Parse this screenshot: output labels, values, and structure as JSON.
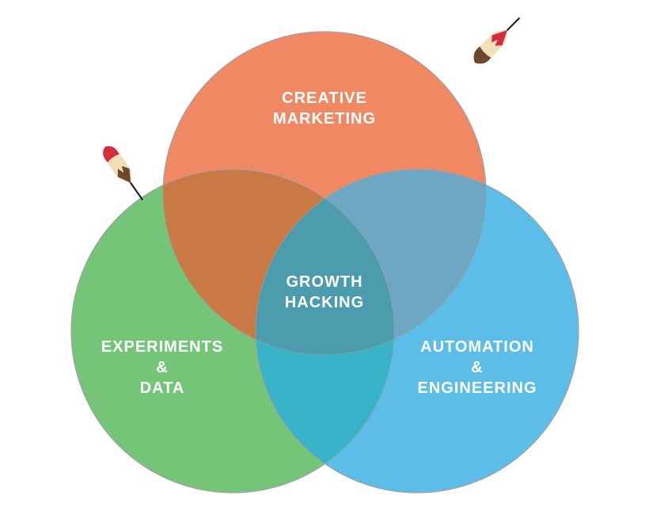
{
  "diagram": {
    "circles": [
      {
        "id": "creative-marketing",
        "color": "#f07f5a"
      },
      {
        "id": "experiments-data",
        "color": "#6cc070"
      },
      {
        "id": "automation-engineering",
        "color": "#4cb3e6"
      }
    ],
    "labels": {
      "creative_marketing": [
        "CREATIVE",
        "MARKETING"
      ],
      "growth_hacking": [
        "GROWTH",
        "HACKING"
      ],
      "experiments_data": [
        "EXPERIMENTS",
        "&",
        "DATA"
      ],
      "automation_engineering": [
        "AUTOMATION",
        "&",
        "ENGINEERING"
      ]
    },
    "decorations": [
      "feather-icon",
      "feather-icon"
    ]
  }
}
